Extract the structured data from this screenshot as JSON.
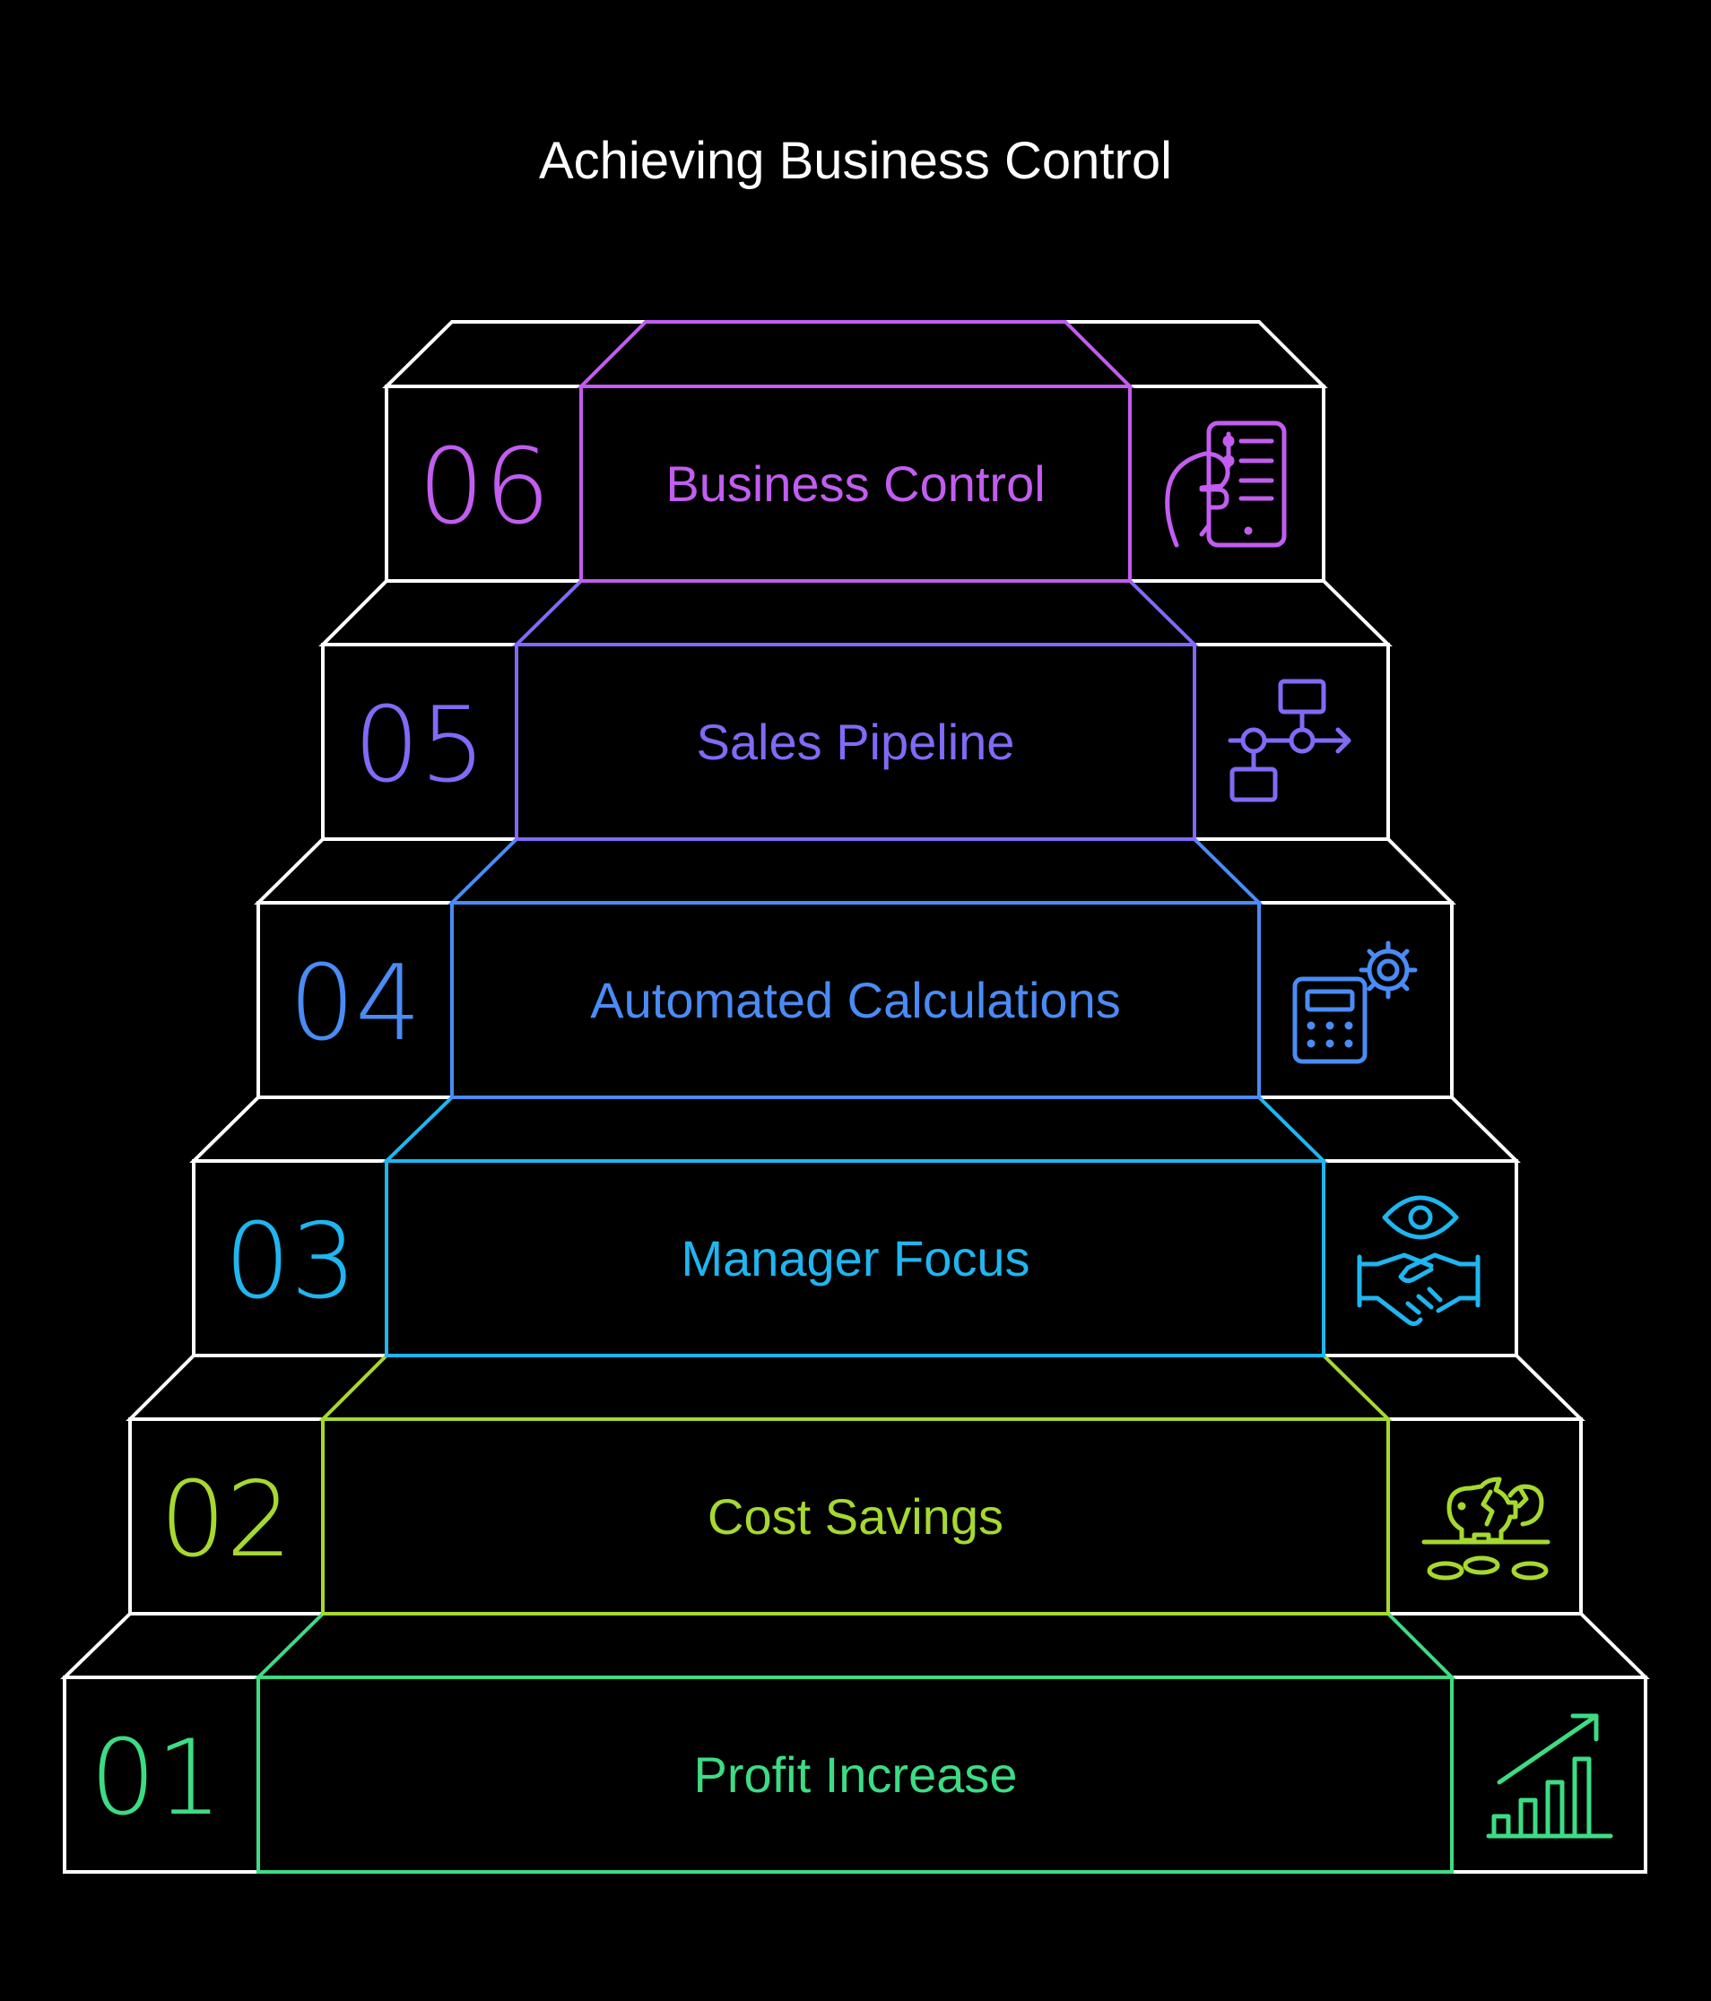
{
  "title": "Achieving Business Control",
  "steps": [
    {
      "number": "01",
      "label": "Profit Increase",
      "icon": "growth-chart-icon",
      "color": "#3ddc84"
    },
    {
      "number": "02",
      "label": "Cost Savings",
      "icon": "broken-piggy-bank-icon",
      "color": "#a6d92f"
    },
    {
      "number": "03",
      "label": "Manager Focus",
      "icon": "eye-handshake-icon",
      "color": "#1fb6f0"
    },
    {
      "number": "04",
      "label": "Automated Calculations",
      "icon": "calculator-gear-icon",
      "color": "#4a8cf5"
    },
    {
      "number": "05",
      "label": "Sales Pipeline",
      "icon": "flowchart-icon",
      "color": "#7f6bf5"
    },
    {
      "number": "06",
      "label": "Business Control",
      "icon": "person-phone-checklist-icon",
      "color": "#c25df0"
    }
  ],
  "outline_color": "#ffffff"
}
